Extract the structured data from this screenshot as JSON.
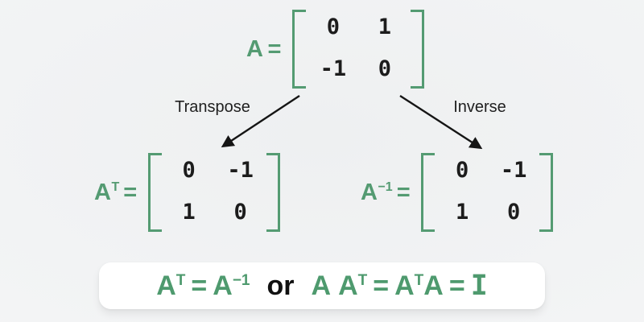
{
  "colors": {
    "accent_green": "#549b72",
    "formula_green": "#4e9a6e",
    "ink": "#1c1c1c",
    "background": "#f2f3f4",
    "box_background": "#ffffff"
  },
  "matrix_a": {
    "base": "A",
    "equals": "=",
    "cells": [
      "0",
      "1",
      "-1",
      "0"
    ]
  },
  "matrix_at": {
    "base": "A",
    "sup": "T",
    "equals": "=",
    "cells": [
      "0",
      "-1",
      "1",
      "0"
    ]
  },
  "matrix_ainv": {
    "base": "A",
    "sup": "−1",
    "equals": "=",
    "cells": [
      "0",
      "-1",
      "1",
      "0"
    ]
  },
  "arrows": {
    "left_label": "Transpose",
    "right_label": "Inverse"
  },
  "formula": {
    "t1_base": "A",
    "t1_sup": "T",
    "eq1": "=",
    "t2_base": "A",
    "t2_sup": "−1",
    "or": "or",
    "t3": "A",
    "t4_base": "A",
    "t4_sup": "T",
    "eq2": "=",
    "t5_base": "A",
    "t5_sup": "T",
    "t6": "A",
    "eq3": "=",
    "identity": "I"
  }
}
